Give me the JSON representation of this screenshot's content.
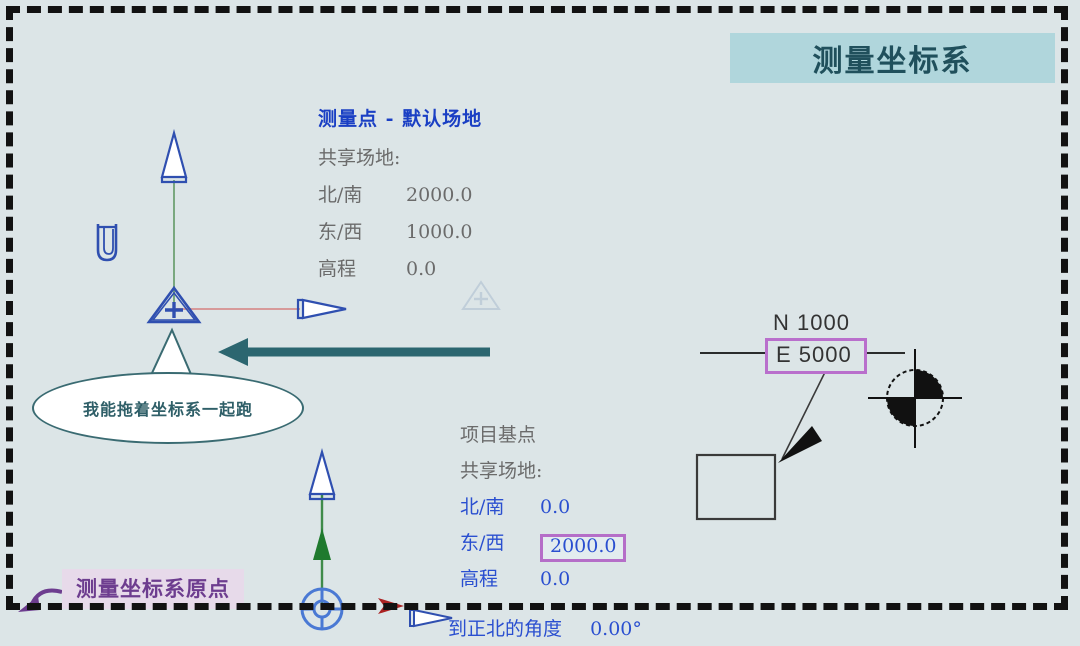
{
  "banner": {
    "title": "测量坐标系"
  },
  "survey_point": {
    "heading": "测量点 - 默认场地",
    "shared_site_label": "共享场地:",
    "rows": [
      {
        "label": "北/南",
        "value": "2000.0"
      },
      {
        "label": "东/西",
        "value": "1000.0"
      },
      {
        "label": "高程",
        "value": "0.0"
      }
    ]
  },
  "project_base_point": {
    "title": "项目基点",
    "shared_site_label": "共享场地:",
    "rows": [
      {
        "label": "北/南",
        "value": "0.0",
        "highlighted": false
      },
      {
        "label": "东/西",
        "value": "2000.0",
        "highlighted": true
      },
      {
        "label": "高程",
        "value": "0.0",
        "highlighted": false
      }
    ],
    "angle_label": "到正北的角度",
    "angle_value": "0.00°"
  },
  "ne_callout": {
    "north": "N 1000",
    "east": "E 5000"
  },
  "speech_bubble": {
    "text": "我能拖着坐标系一起跑"
  },
  "origin_label": {
    "text": "测量坐标系原点"
  },
  "icons": {
    "clip": "paperclip-icon",
    "survey_point": "survey-point-triangle-icon",
    "survey_point_ghost": "survey-point-ghost-icon",
    "base_point": "project-base-point-icon",
    "north_arrow": "north-point-compass-icon",
    "pointer_arrow": "leader-arrow-icon",
    "move_arrow": "move-left-arrow-icon",
    "origin_pointer": "origin-curved-arrow-icon"
  },
  "colors": {
    "background": "#dce5e7",
    "frame": "#121212",
    "banner_bg": "#b0d6dc",
    "banner_text": "#20505c",
    "heading_blue": "#1a3fc4",
    "body_grey": "#6b6b6b",
    "base_blue": "#2a4fd0",
    "highlight_purple": "#b56ec8",
    "label_purple_bg": "#e7daea",
    "label_purple_text": "#6d3d8f",
    "teal_arrow": "#2c6670",
    "axis_green": "#3f8b4a",
    "axis_red": "#c94f4f",
    "icon_blue": "#2f4fb0"
  }
}
